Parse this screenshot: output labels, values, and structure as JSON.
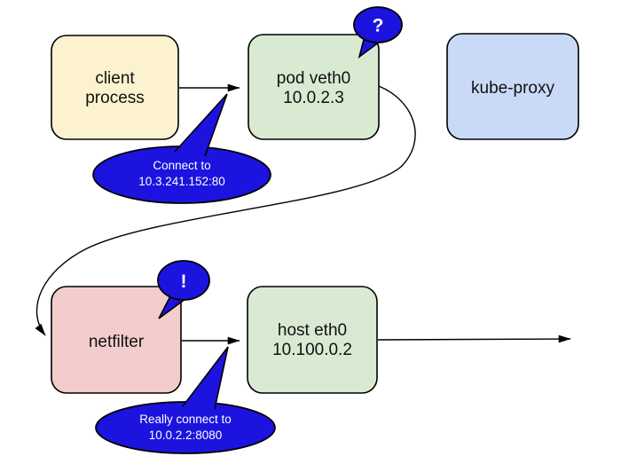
{
  "colors": {
    "background": "#ffffff",
    "node_border": "#000000",
    "node_text": "#111111",
    "arrow": "#000000",
    "callout_fill": "#1c13df",
    "callout_text": "#ffffff",
    "client_fill": "#fcf2cf",
    "pod_fill": "#d9ead3",
    "kube_proxy_fill": "#c9daf8",
    "netfilter_fill": "#f2cdcc",
    "host_fill": "#d9ead3"
  },
  "nodes": {
    "client_process": {
      "line1": "client",
      "line2": "process"
    },
    "pod_veth0": {
      "line1": "pod veth0",
      "line2": "10.0.2.3"
    },
    "kube_proxy": {
      "line1": "kube-proxy"
    },
    "netfilter": {
      "line1": "netfilter"
    },
    "host_eth0": {
      "line1": "host eth0",
      "line2": "10.100.0.2"
    }
  },
  "callouts": {
    "question_badge": {
      "label": "?"
    },
    "exclamation_badge": {
      "label": "!"
    },
    "connect": {
      "line1": "Connect to",
      "line2": "10.3.241.152:80"
    },
    "really_connect": {
      "line1": "Really connect to",
      "line2": "10.0.2.2:8080"
    }
  }
}
